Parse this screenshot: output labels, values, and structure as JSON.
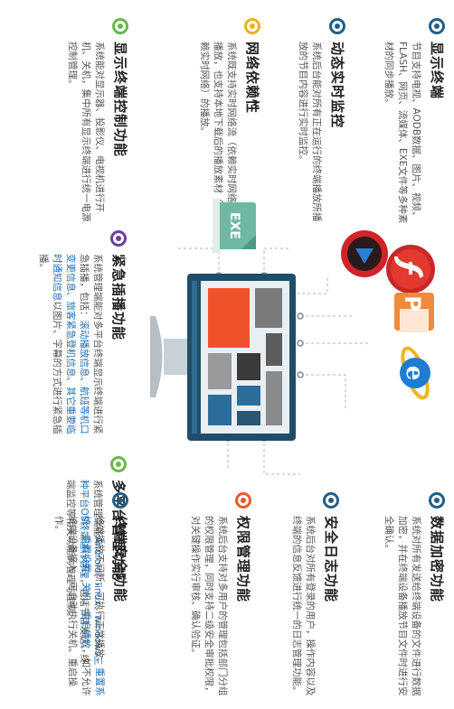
{
  "features": {
    "display_terminal": {
      "title": "显示终端",
      "desc": "节目支持电视、AODB数据、图片、视频、FLASH、网页、流媒体、EXE文件等多种素材的同步播放。"
    },
    "dynamic_monitor": {
      "title": "动态实时监控",
      "desc": "系统后台能对所有正在运行的终端播放所播放的节目内容进行实时监控。"
    },
    "network_dependency": {
      "title": "网络依赖性",
      "desc": "系统既支持实时网络流（依赖实时网络）的播放，也支持本地下载后的播放素材（不依赖实时网络）的播放。"
    },
    "terminal_control": {
      "title": "显示终端控制功能",
      "desc": "系统能对显示器、投影仪、电视机进行开机、关机，集中所有显示终端进行统一电源控制管理。"
    },
    "emergency_insert": {
      "title": "紧急插播功能",
      "desc_a": "系统管理端能对多平台终端显示终端进行紧急插播，包括：",
      "desc_hl": "滚动播放信息、航班等机口变更信息、旅客紧急登机信息、其它重要临时通知信息",
      "desc_b": "以图片、字幕的方式进行紧急插播。"
    },
    "multi_platform": {
      "title": "多平台管理功能",
      "desc_a": "系统管理端能",
      "desc_hl": "Android、linux、windows三种平台OS终端进行管理",
      "desc_b": "，包括节目发送、终端监控等相关功能的管理与控制。"
    },
    "data_encrypt": {
      "title": "数据加密功能",
      "desc": "系统对所有发送给终端设备的文件进行数据加密，并在终端设备播放节目文件时进行安全确认。"
    },
    "security_log": {
      "title": "安全日志功能",
      "desc": "系统后台对所有登录的用户，操作内容以及终端的信息反馈进行统一的日志管理功能。"
    },
    "permission": {
      "title": "权限管理功能",
      "desc": "系统后台支持对多用户的管理包括部门分组的权限管理，同时支持二级安全审批权限，对关键操作实行审核、确认验证。"
    },
    "terminal_security": {
      "title": "终端安全功能",
      "desc_a": "终端播放不间断，可执行正常播放、",
      "desc_hl": "重置系统、重置设置、关机、重启播放",
      "desc_b": "，如不允许终端设备接入，可自动执行关机、重启操作。"
    }
  },
  "center": {
    "exe_label": "EXE"
  }
}
